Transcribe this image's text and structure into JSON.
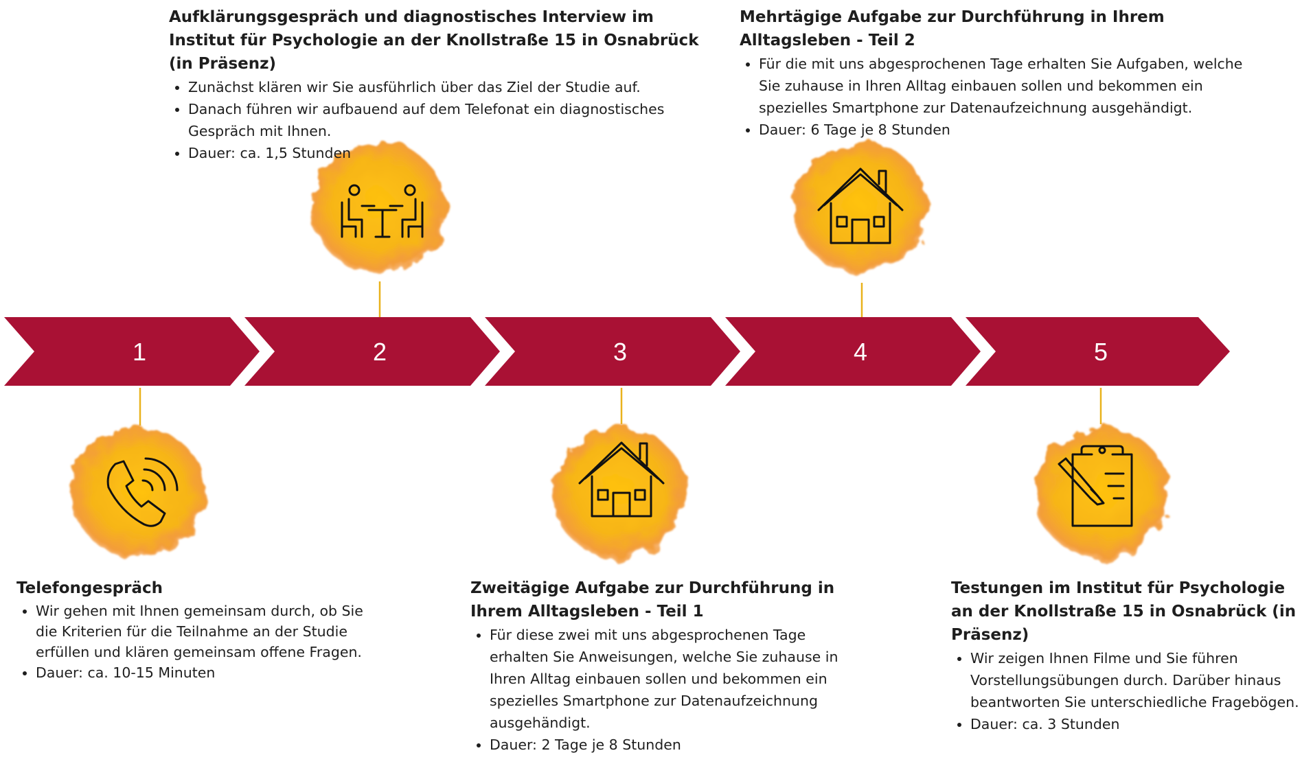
{
  "colors": {
    "arrow": "#a91134",
    "blob": "#f6b417",
    "blob_edge": "#f39a3a",
    "connector": "#e9b21c",
    "icon_stroke": "#111111"
  },
  "steps": [
    {
      "number": "1",
      "icon": "phone-icon",
      "title": "Telefongespräch",
      "points": [
        "Wir gehen mit Ihnen gemeinsam durch, ob Sie die Kriterien für die Teilnahme an der Studie erfüllen und klären gemeinsam offene Fragen.",
        "Dauer: ca. 10-15 Minuten"
      ]
    },
    {
      "number": "2",
      "icon": "interview-table-icon",
      "title": "Aufklärungsgespräch und diagnostisches Interview im Institut für Psychologie an der Knollstraße 15 in Osnabrück (in Präsenz)",
      "points": [
        "Zunächst klären wir Sie ausführlich über das Ziel der Studie auf.",
        "Danach führen wir aufbauend auf dem Telefonat ein diagnostisches Gespräch mit Ihnen.",
        "Dauer: ca. 1,5 Stunden"
      ]
    },
    {
      "number": "3",
      "icon": "house-icon",
      "title": "Zweitägige Aufgabe zur Durchführung in Ihrem Alltagsleben - Teil 1",
      "points": [
        "Für diese zwei mit uns abgesprochenen Tage erhalten Sie Anweisungen, welche Sie zuhause in Ihren Alltag einbauen sollen und bekommen ein spezielles Smartphone zur Datenaufzeichnung ausgehändigt.",
        "Dauer: 2 Tage je 8 Stunden"
      ]
    },
    {
      "number": "4",
      "icon": "house-icon",
      "title": "Mehrtägige Aufgabe zur Durchführung in Ihrem Alltagsleben - Teil 2",
      "points": [
        "Für die mit uns abgesprochenen Tage erhalten Sie Aufgaben, welche Sie zuhause in Ihren Alltag einbauen sollen und bekommen ein spezielles Smartphone zur Datenaufzeichnung ausgehändigt.",
        "Dauer: 6 Tage je 8 Stunden"
      ]
    },
    {
      "number": "5",
      "icon": "clipboard-icon",
      "title": "Testungen im Institut für Psychologie an der Knollstraße 15 in Osnabrück (in Präsenz)",
      "points": [
        "Wir zeigen Ihnen Filme und Sie führen Vorstellungsübungen durch. Darüber hinaus beantworten Sie unterschiedliche Fragebögen.",
        "Dauer: ca. 3 Stunden"
      ]
    }
  ]
}
